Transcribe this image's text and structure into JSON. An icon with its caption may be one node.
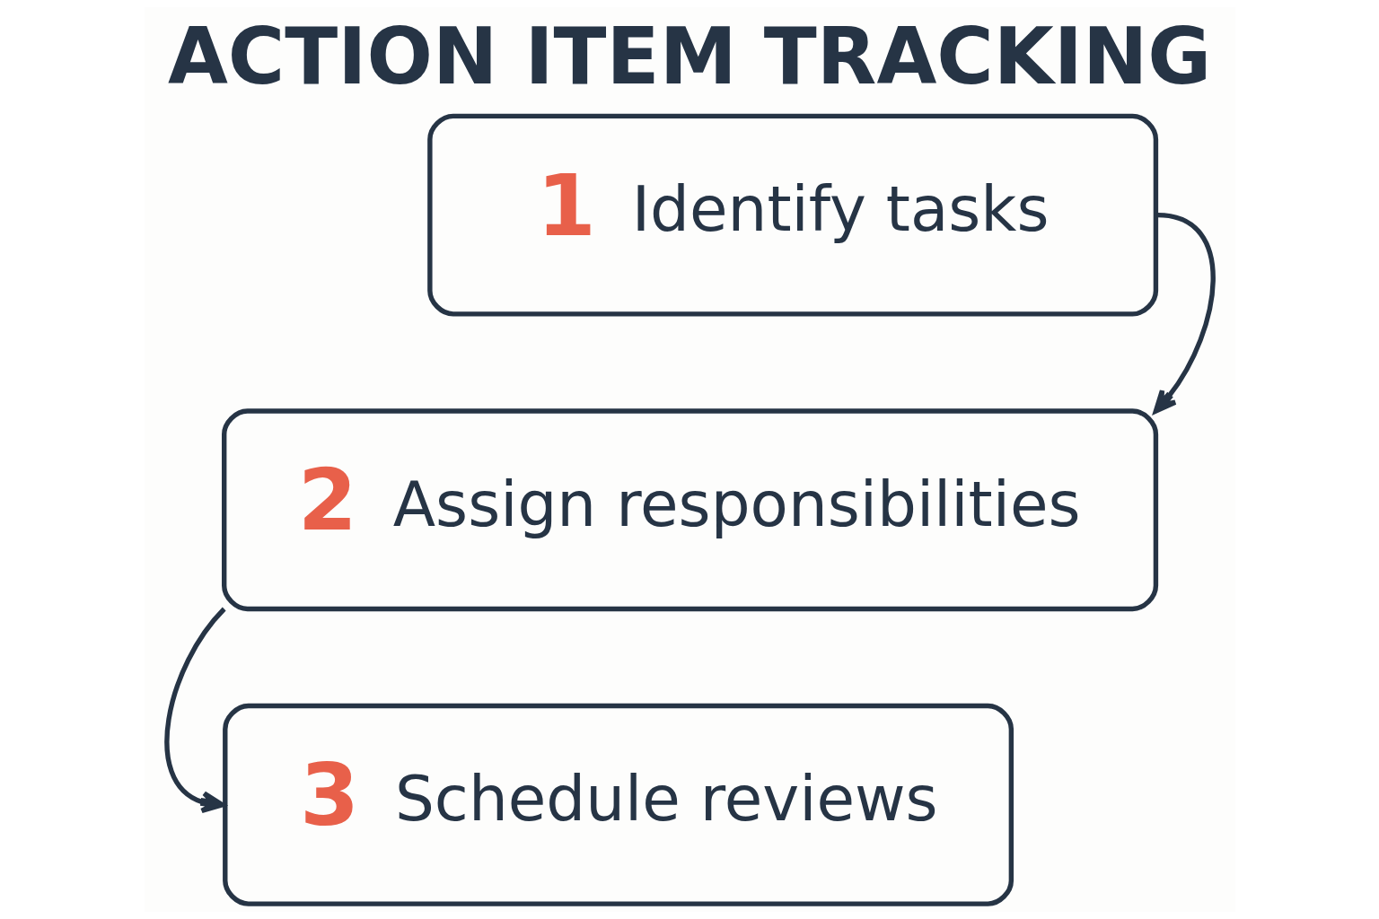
{
  "diagram": {
    "title": "ACTION ITEM TRACKING",
    "nodes": [
      {
        "text": [
          "1",
          "Identify tasks"
        ]
      },
      {
        "text": [
          "2",
          "Assign responsibilities"
        ]
      },
      {
        "text": [
          "3",
          "Schedule reviews"
        ]
      }
    ],
    "edges": [
      {
        "from": 0,
        "to": 1,
        "arrow": "to"
      },
      {
        "from": 1,
        "to": 2,
        "arrow": "to"
      }
    ]
  }
}
